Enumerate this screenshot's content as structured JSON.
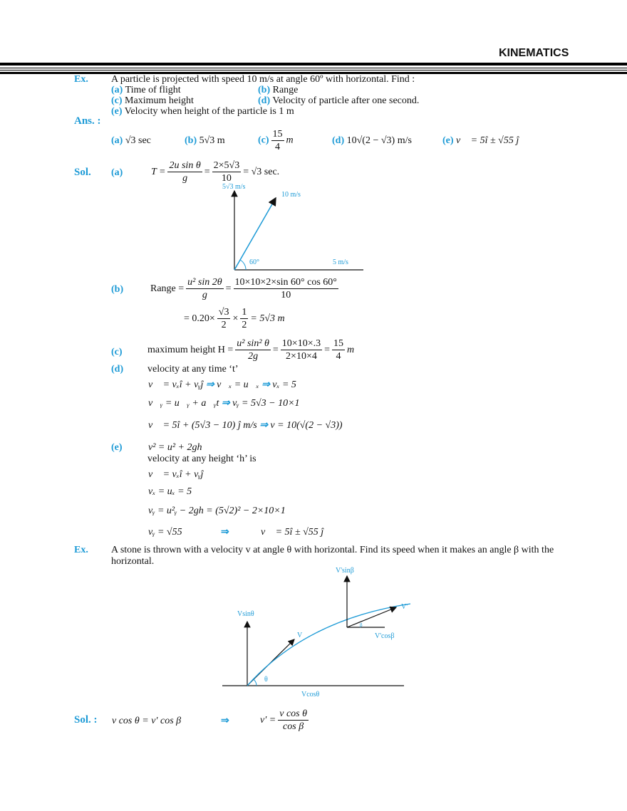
{
  "header": {
    "title": "KINEMATICS"
  },
  "ex1": {
    "label": "Ex.",
    "question": "A particle is projected with speed 10 m/s at angle 60º with horizontal. Find :",
    "parts": [
      {
        "tag": "(a)",
        "text": "Time of flight"
      },
      {
        "tag": "(b)",
        "text": "Range"
      },
      {
        "tag": "(c)",
        "text": "Maximum height"
      },
      {
        "tag": "(d)",
        "text": "Velocity of particle after one second."
      },
      {
        "tag": "(e)",
        "text": "Velocity when height of the particle is 1 m"
      }
    ]
  },
  "answers": {
    "label": "Ans. :",
    "items": [
      {
        "tag": "(a)",
        "text": "√3  sec"
      },
      {
        "tag": "(b)",
        "text": "5√3  m"
      },
      {
        "tag": "(c)",
        "num": "15",
        "den": "4",
        "unit": "m"
      },
      {
        "tag": "(d)",
        "text": "10√(2 − √3)  m/s"
      },
      {
        "tag": "(e)",
        "text": "v⃗ = 5î ± √55 ĵ"
      }
    ]
  },
  "sol1": {
    "label": "Sol.",
    "a": {
      "tag": "(a)",
      "lhs": "T =",
      "f1n": "2u sin θ",
      "f1d": "g",
      "f2n": "2×5√3",
      "f2d": "10",
      "rhs": "= √3  sec."
    },
    "diagram1": {
      "y_label": "5√3 m/s",
      "v_label": "10 m/s",
      "angle_label": "60°",
      "x_label": "5 m/s"
    },
    "b": {
      "tag": "(b)",
      "lhs": "Range  =",
      "f1n": "u² sin 2θ",
      "f1d": "g",
      "f2n": "10×10×2×sin 60° cos 60°",
      "f2d": "10",
      "l2a": "= 0.20×",
      "l2f1n": "√3",
      "l2f1d": "2",
      "l2b": "×",
      "l2f2n": "1",
      "l2f2d": "2",
      "l2c": "= 5√3 m"
    },
    "c": {
      "tag": "(c)",
      "lhs": "maximum height H  =",
      "f1n": "u² sin² θ",
      "f1d": "2g",
      "f2n": "10×10×.3",
      "f2d": "2×10×4",
      "f3n": "15",
      "f3d": "4",
      "unit": "m"
    },
    "d": {
      "tag": "(d)",
      "intro": "velocity at any time ‘t’",
      "l1a": "v⃗ = vₓî + vᵧĵ",
      "l1b": "v⃗ₓ = u⃗ₓ",
      "l1c": "vₓ = 5",
      "l2a": "v⃗ᵧ = u⃗ᵧ + a⃗ᵧt",
      "l2b": "vᵧ = 5√3 − 10×1",
      "l3a": "v⃗ = 5î + (5√3 − 10) ĵ  m/s",
      "l3b": "v = 10(√(2 − √3))"
    },
    "e": {
      "tag": "(e)",
      "l0": "v² = u² + 2gh",
      "intro": "velocity at any height ‘h’ is",
      "l1": "v⃗ = vₓî + vᵧĵ",
      "l2": "vₓ = uₓ = 5",
      "l3": "vᵧ = u²ᵧ − 2gh = (5√2)² − 2×10×1",
      "l4a": "vᵧ = √55",
      "l4b": "v⃗ = 5î ± √55 ĵ"
    },
    "implies": "⇒"
  },
  "ex2": {
    "label": "Ex.",
    "line1": "A stone is thrown with a velocity v at angle  θ  with horizontal. Find its speed when it makes an angle  β  with the",
    "line2": "horizontal.",
    "diagram2": {
      "vsin": "Vsinθ",
      "v": "V",
      "theta": "θ",
      "vcos": "Vcosθ",
      "vpsin": "V'sinβ",
      "vp": "V'",
      "vpcos": "V'cosβ",
      "beta": "β"
    }
  },
  "sol2": {
    "label": "Sol. :",
    "lhs": "v cos θ = v′ cos β",
    "implies": "⇒",
    "rl": "v′ =",
    "fn": "v cos θ",
    "fd": "cos β"
  }
}
